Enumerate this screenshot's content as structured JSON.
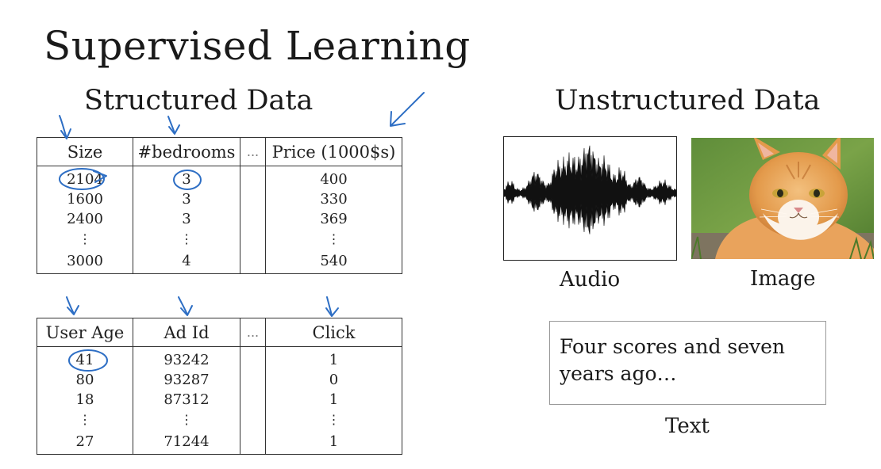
{
  "slide": {
    "title": "Supervised Learning",
    "structured_heading": "Structured Data",
    "unstructured_heading": "Unstructured Data"
  },
  "housing_table": {
    "headers": [
      "Size",
      "#bedrooms",
      "...",
      "Price (1000$s)"
    ],
    "rows": [
      [
        "2104",
        "3",
        "",
        "400"
      ],
      [
        "1600",
        "3",
        "",
        "330"
      ],
      [
        "2400",
        "3",
        "",
        "369"
      ],
      [
        "⋮",
        "⋮",
        "",
        "⋮"
      ],
      [
        "3000",
        "4",
        "",
        "540"
      ]
    ]
  },
  "ads_table": {
    "headers": [
      "User Age",
      "Ad Id",
      "...",
      "Click"
    ],
    "rows": [
      [
        "41",
        "93242",
        "",
        "1"
      ],
      [
        "80",
        "93287",
        "",
        "0"
      ],
      [
        "18",
        "87312",
        "",
        "1"
      ],
      [
        "⋮",
        "⋮",
        "",
        "⋮"
      ],
      [
        "27",
        "71244",
        "",
        "1"
      ]
    ]
  },
  "unstructured": {
    "audio_label": "Audio",
    "image_label": "Image",
    "text_label": "Text",
    "text_sample": "Four scores and seven\nyears ago…"
  },
  "annotation_color": "#2d6ec4"
}
